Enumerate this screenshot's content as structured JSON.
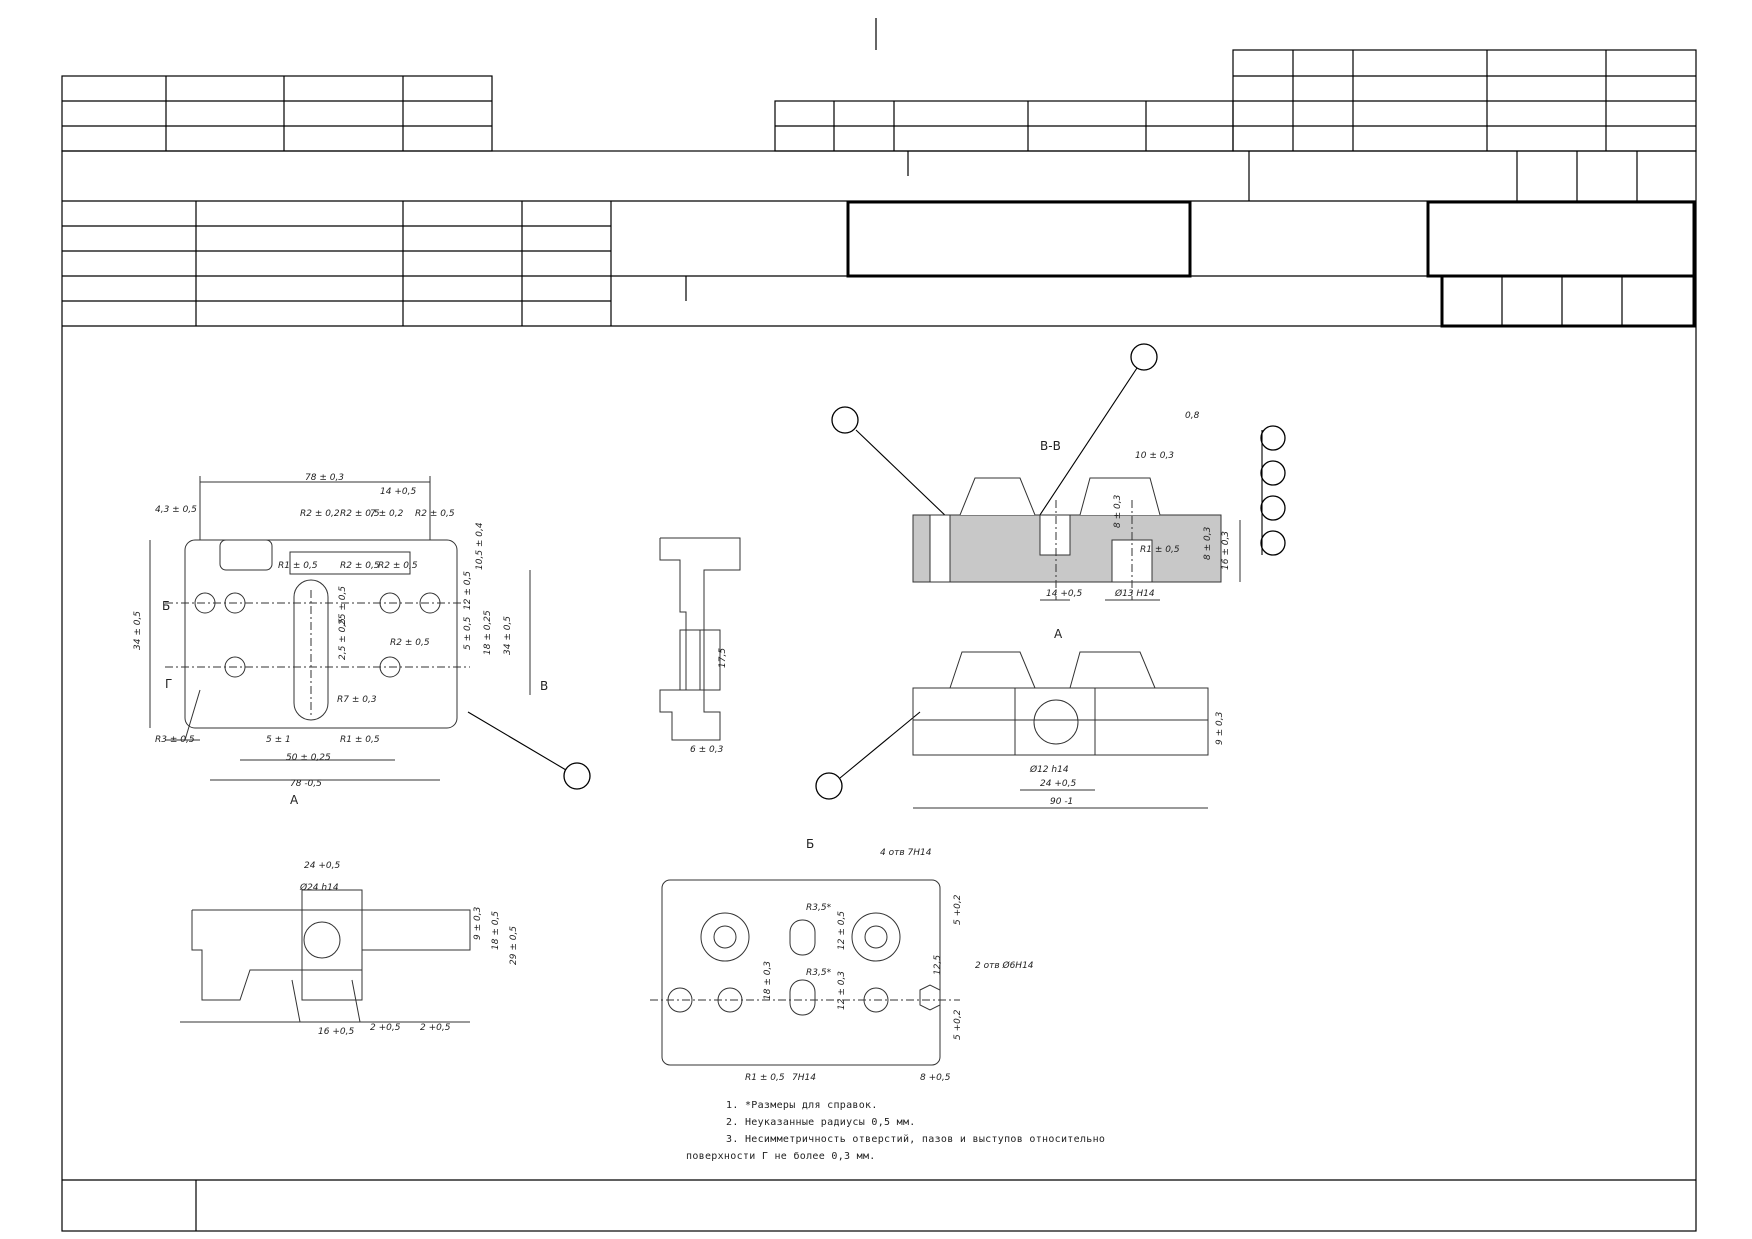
{
  "sheet": {
    "section_label_A": "A",
    "section_label_B": "Б",
    "section_label_VV": "В-В",
    "view_label_A_bottom": "A",
    "marker_B": "Б",
    "marker_V": "В",
    "marker_G": "Г",
    "roughness": "0,8"
  },
  "dimensions": {
    "d1": "78 ± 0,3",
    "d2": "14 +0,5",
    "d3": "R2 ± 0,2",
    "d4": "R2 ± 0,5",
    "d5": "7 ± 0,2",
    "d6": "R2 ± 0,5",
    "d7": "4,3 ± 0,5",
    "d8": "R1 ± 0,5",
    "d9": "R2 ± 0,5",
    "d10": "R2 ± 0,5",
    "d11": "10,5 ± 0,4",
    "d12": "12 ± 0,5",
    "d13": "34 ± 0,5",
    "d14": "2,5 ± 0,5",
    "d15": "25 ± 0,5",
    "d16": "R2 ± 0,5",
    "d17": "5 ± 0,5",
    "d18": "18 ± 0,25",
    "d19": "34 ± 0,5",
    "d20": "R7 ± 0,3",
    "d21": "R3 ± 0,5",
    "d22": "5 ± 1",
    "d23": "R1 ± 0,5",
    "d24": "50 ± 0,25",
    "d25": "78 -0,5",
    "d26": "6 ± 0,3",
    "d27": "17,5",
    "d28": "10 ± 0,3",
    "d29": "8 ± 0,3",
    "d30": "R1 ± 0,5",
    "d31": "8 ± 0,3",
    "d32": "16 ± 0,3",
    "d33": "14 +0,5",
    "d34": "Ø13 H14",
    "d35": "Ø12 h14",
    "d36": "24 +0,5",
    "d37": "90 -1",
    "d38": "9 ± 0,3",
    "d39": "24 +0,5",
    "d40": "Ø24 h14",
    "d41": "9 ± 0,3",
    "d42": "18 ± 0,5",
    "d43": "29 ± 0,5",
    "d44": "16 +0,5",
    "d45": "2 +0,5",
    "d46": "2 +0,5",
    "d47": "4 отв 7H14",
    "d48": "R3,5*",
    "d49": "12 ± 0,5",
    "d50": "R3,5*",
    "d51": "18 ± 0,3",
    "d52": "12 ± 0,3",
    "d53": "2 отв Ø6H14",
    "d54": "5 +0,2",
    "d55": "12,5",
    "d56": "5 +0,2",
    "d57": "R1 ± 0,5",
    "d58": "7H14",
    "d59": "8 +0,5"
  },
  "notes": [
    "1. *Размеры для справок.",
    "2. Неуказанные радиусы 0,5 мм.",
    "3. Несимметричность отверстий, пазов и выступов относительно",
    "поверхности Г не более 0,3 мм."
  ]
}
